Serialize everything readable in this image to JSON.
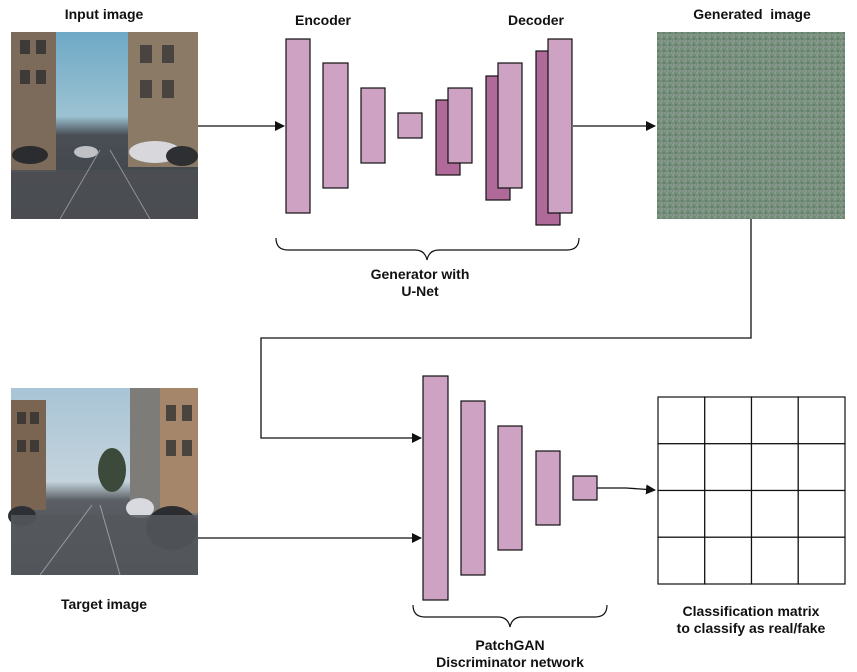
{
  "labels": {
    "input_image": "Input image",
    "encoder": "Encoder",
    "decoder": "Decoder",
    "generated_image": "Generated  image",
    "generator_line1": "Generator with",
    "generator_line2": "U-Net",
    "target_image": "Target image",
    "classification_line1": "Classification matrix",
    "classification_line2": "to classify as real/fake",
    "patchgan_line1": "PatchGAN",
    "patchgan_line2": "Discriminator network"
  },
  "colors": {
    "layer_fill": "#cda2c2",
    "layer_dark_fill": "#b06a9a",
    "stroke": "#111111",
    "generated_noise": "#6f8a78",
    "sky": "#7fb0c8"
  },
  "classification_grid": {
    "rows": 4,
    "cols": 4
  }
}
